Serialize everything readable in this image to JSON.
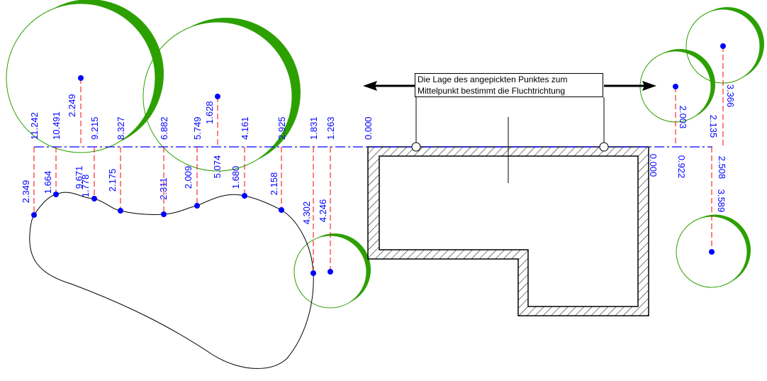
{
  "note": {
    "line1": "Die Lage des angepickten Punktes zum",
    "line2": "Mittelpunkt bestimmt die Fluchtrichtung"
  },
  "labels_above": [
    "11.242",
    "10.491",
    "2.249",
    "9.215",
    "8.327",
    "6.882",
    "5.749",
    "1.628",
    "4.161",
    "2.925",
    "1.831",
    "1.263",
    "0.000"
  ],
  "labels_below": [
    "2.349",
    "1.664",
    "9.671",
    "1.778",
    "2.175",
    "2.311",
    "2.009",
    "5.074",
    "1.680",
    "2.158",
    "4.302",
    "4.246"
  ],
  "labels_right": [
    "2.003",
    "3.366",
    "2.135",
    "0.000",
    "0.922",
    "2.508",
    "3.589"
  ],
  "colors": {
    "dimension": "#0000ff",
    "extension": "#ff0000",
    "tree": "#2ca000",
    "outline": "#000000"
  }
}
